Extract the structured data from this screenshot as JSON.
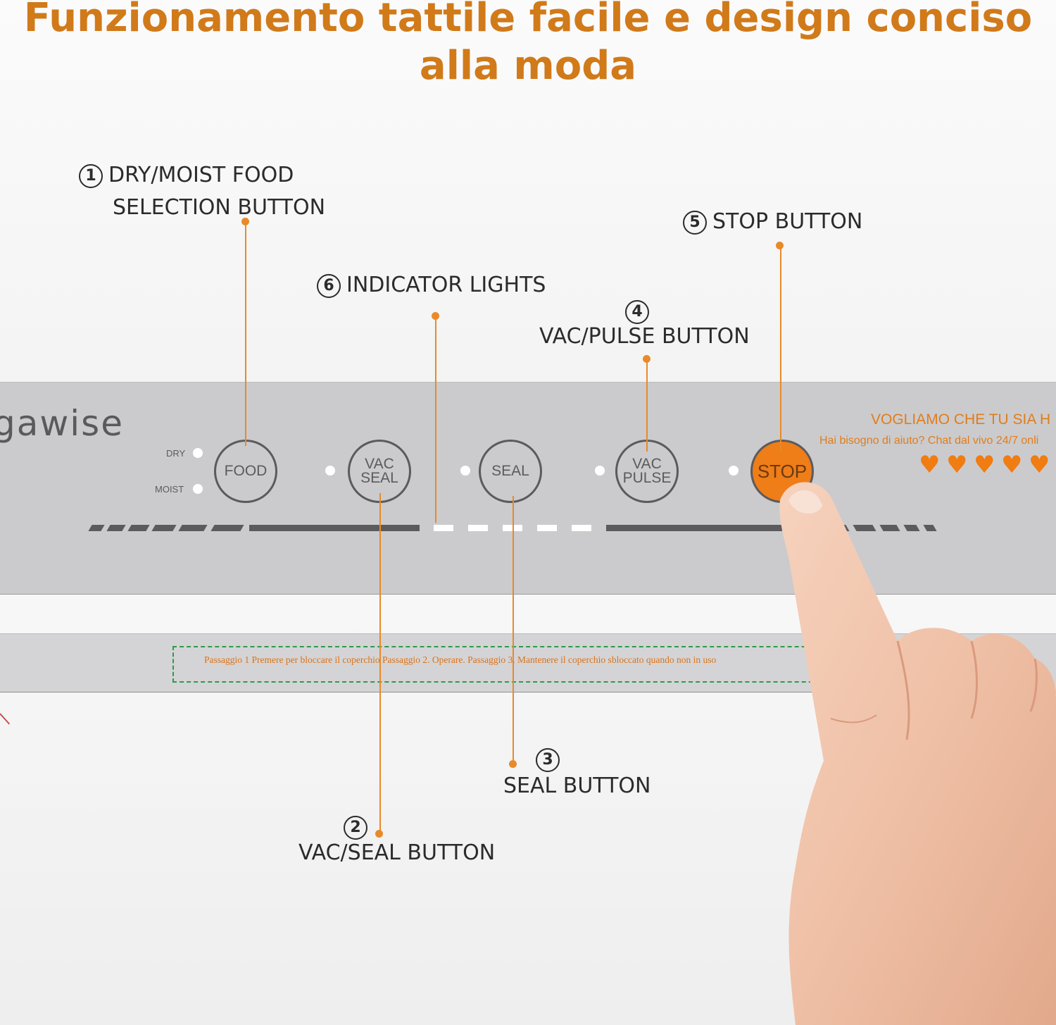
{
  "title": "Funzionamento tattile facile e design conciso alla moda",
  "brand": "gawise",
  "panel": {
    "dry_label": "DRY",
    "moist_label": "MOIST",
    "buttons": {
      "food": "FOOD",
      "vac_seal": "VAC\nSEAL",
      "seal": "SEAL",
      "vac_pulse": "VAC\nPULSE",
      "stop": "STOP"
    }
  },
  "callouts": {
    "c1": {
      "num": "1",
      "line1": "DRY/MOIST FOOD",
      "line2": "SELECTION BUTTON"
    },
    "c2": {
      "num": "2",
      "text": "VAC/SEAL BUTTON"
    },
    "c3": {
      "num": "3",
      "text": "SEAL BUTTON"
    },
    "c4": {
      "num": "4",
      "text": "VAC/PULSE BUTTON"
    },
    "c5": {
      "num": "5",
      "text": "STOP BUTTON"
    },
    "c6": {
      "num": "6",
      "text": "INDICATOR LIGHTS"
    }
  },
  "help": {
    "title": "VOGLIAMO CHE TU SIA H",
    "subtitle": "Hai bisogno di aiuto? Chat dal vivo 24/7 onli"
  },
  "rating": {
    "hearts": 5
  },
  "steps_text": "Passaggio 1 Premere per bloccare il coperchio Passaggio 2. Operare. Passaggio 3. Mantenere il coperchio sbloccato quando non in uso",
  "colors": {
    "accent": "#d17a1a",
    "stop": "#ef7d18",
    "leader": "#e88a2a",
    "panel": "#cbcbcd",
    "dash_box": "#2e9a4a"
  },
  "icons": [
    "heart-icon",
    "finger-hand-icon"
  ]
}
